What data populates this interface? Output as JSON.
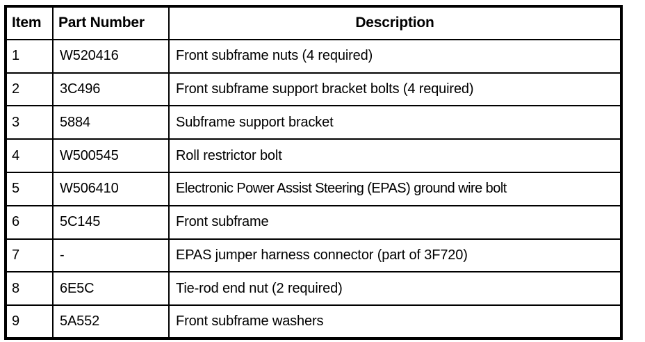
{
  "table": {
    "columns": [
      {
        "key": "item",
        "label": "Item",
        "align": "left"
      },
      {
        "key": "part_number",
        "label": "Part Number",
        "align": "left"
      },
      {
        "key": "description",
        "label": "Description",
        "align": "center"
      }
    ],
    "rows": [
      {
        "item": "1",
        "part_number": "W520416",
        "description": "Front subframe nuts (4 required)"
      },
      {
        "item": "2",
        "part_number": "3C496",
        "description": "Front subframe support bracket bolts (4 required)"
      },
      {
        "item": "3",
        "part_number": "5884",
        "description": "Subframe support bracket"
      },
      {
        "item": "4",
        "part_number": "W500545",
        "description": "Roll restrictor bolt"
      },
      {
        "item": "5",
        "part_number": "W506410",
        "description": "Electronic Power Assist Steering (EPAS) ground wire bolt"
      },
      {
        "item": "6",
        "part_number": "5C145",
        "description": "Front subframe"
      },
      {
        "item": "7",
        "part_number": "-",
        "description": "EPAS jumper harness connector (part of 3F720)"
      },
      {
        "item": "8",
        "part_number": "6E5C",
        "description": "Tie-rod end nut (2 required)"
      },
      {
        "item": "9",
        "part_number": "5A552",
        "description": "Front subframe washers"
      }
    ],
    "style": {
      "text_color": "#000000",
      "background_color": "#ffffff",
      "border_color": "#000000"
    }
  }
}
